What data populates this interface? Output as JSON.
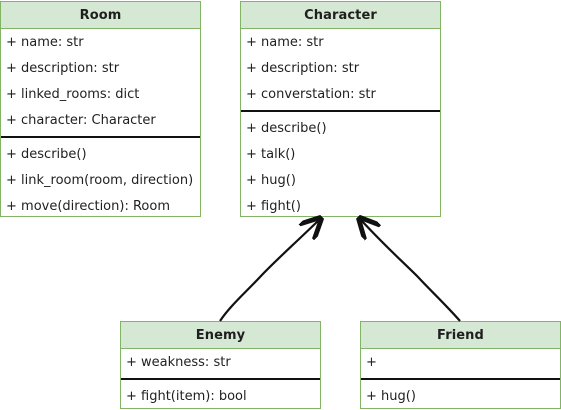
{
  "classes": {
    "room": {
      "title": "Room",
      "attributes": [
        "+ name: str",
        "+ description: str",
        "+ linked_rooms: dict",
        "+ character: Character"
      ],
      "methods": [
        "+ describe()",
        "+ link_room(room, direction)",
        "+ move(direction): Room"
      ]
    },
    "character": {
      "title": "Character",
      "attributes": [
        "+ name: str",
        "+ description: str",
        "+ converstation: str"
      ],
      "methods": [
        "+ describe()",
        "+ talk()",
        "+ hug()",
        "+ fight()"
      ]
    },
    "enemy": {
      "title": "Enemy",
      "attributes": [
        "+ weakness: str"
      ],
      "methods": [
        "+ fight(item): bool"
      ]
    },
    "friend": {
      "title": "Friend",
      "attributes": [
        "+"
      ],
      "methods": [
        "+ hug()"
      ]
    }
  },
  "colors": {
    "fill_header": "#d5e8d4",
    "border": "#82b366",
    "arrow": "#111111"
  }
}
